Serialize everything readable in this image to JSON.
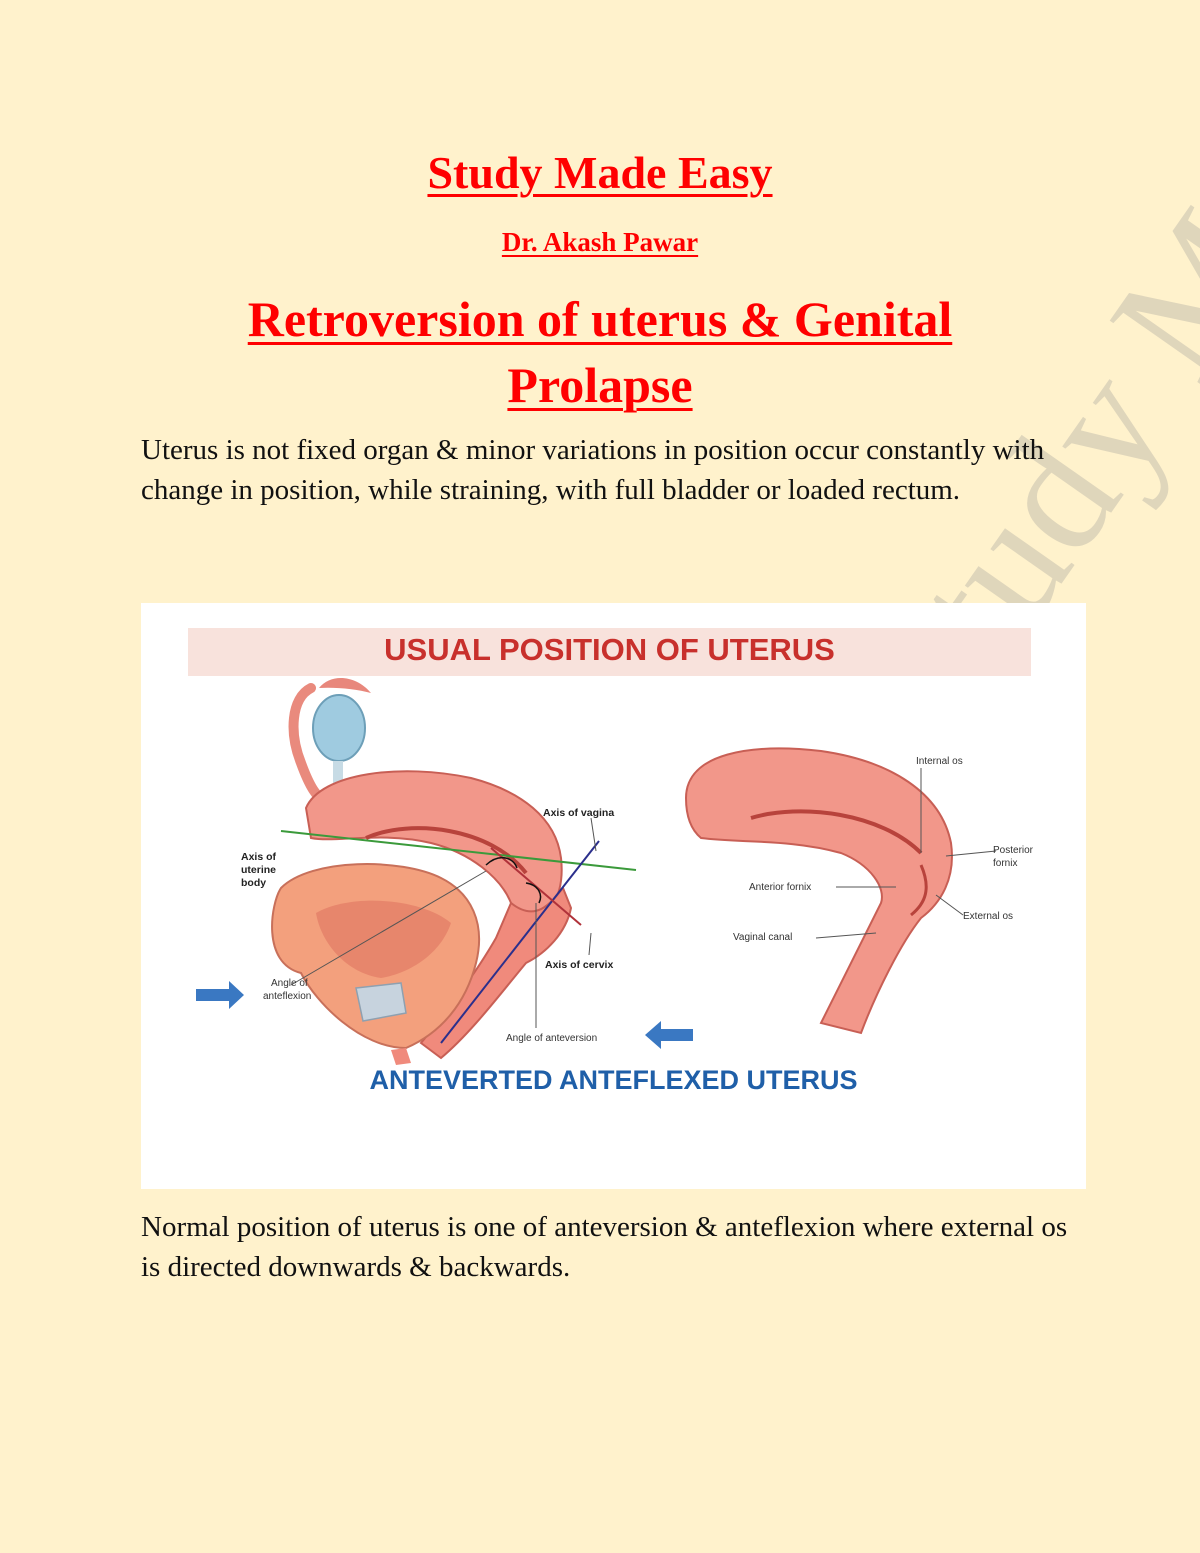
{
  "document": {
    "title": "Study Made Easy",
    "author": "Dr. Akash Pawar",
    "heading": "Retroversion of uterus & Genital Prolapse",
    "intro_paragraph": "Uterus is not fixed organ & minor variations in position occur constantly with change in position, while straining, with full bladder or loaded rectum.",
    "closing_paragraph": "Normal position of uterus is one of anteversion & anteflexion where external os is directed downwards & backwards.",
    "watermark": "Study Made Easy"
  },
  "figure": {
    "title": "USUAL POSITION OF UTERUS",
    "caption": "ANTEVERTED ANTEFLEXED UTERUS",
    "left_labels": {
      "axis_of_vagina": "Axis of vagina",
      "axis_of_uterine_body_1": "Axis of",
      "axis_of_uterine_body_2": "uterine",
      "axis_of_uterine_body_3": "body",
      "axis_of_cervix": "Axis of cervix",
      "angle_of_anteflexion_1": "Angle of",
      "angle_of_anteflexion_2": "anteflexion",
      "angle_of_anteversion": "Angle of anteversion"
    },
    "right_labels": {
      "internal_os": "Internal os",
      "posterior_fornix_1": "Posterior",
      "posterior_fornix_2": "fornix",
      "anterior_fornix": "Anterior fornix",
      "external_os": "External os",
      "vaginal_canal": "Vaginal canal"
    },
    "colors": {
      "title_red": "#c8302c",
      "caption_blue": "#1f5fa8",
      "tissue_pink": "#f08a7c",
      "arrow_blue": "#3a78c2"
    }
  }
}
